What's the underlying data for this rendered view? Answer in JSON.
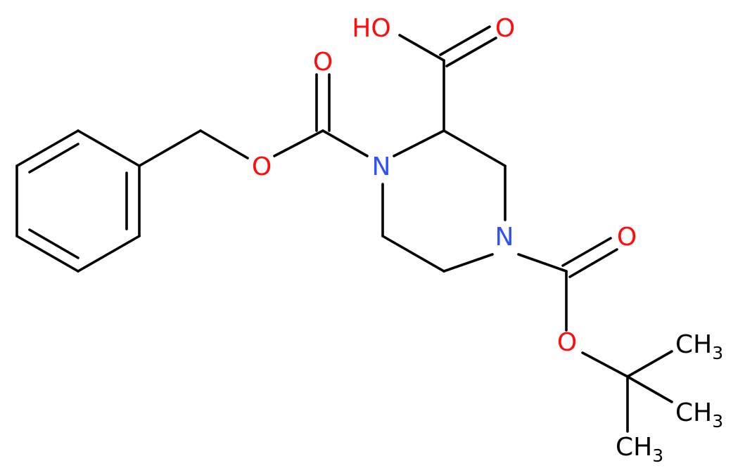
{
  "colors": {
    "bond": "#000000",
    "oxygen": "#ff0d0d",
    "nitrogen": "#3050f8",
    "carbon": "#000000"
  },
  "atoms": {
    "O_acid_OH": {
      "main": "HO",
      "element": "oxygen"
    },
    "O_acid_dbl": {
      "main": "O",
      "element": "oxygen"
    },
    "O_cbz_dbl": {
      "main": "O",
      "element": "oxygen"
    },
    "O_cbz_ester": {
      "main": "O",
      "element": "oxygen"
    },
    "N1": {
      "main": "N",
      "element": "nitrogen"
    },
    "N4": {
      "main": "N",
      "element": "nitrogen"
    },
    "O_boc_dbl": {
      "main": "O",
      "element": "oxygen"
    },
    "O_boc_ester": {
      "main": "O",
      "element": "oxygen"
    },
    "CH3_a": {
      "main": "CH",
      "sub": "3",
      "element": "carbon"
    },
    "CH3_b": {
      "main": "CH",
      "sub": "3",
      "element": "carbon"
    },
    "CH3_c": {
      "main": "CH",
      "sub": "3",
      "element": "carbon"
    }
  }
}
